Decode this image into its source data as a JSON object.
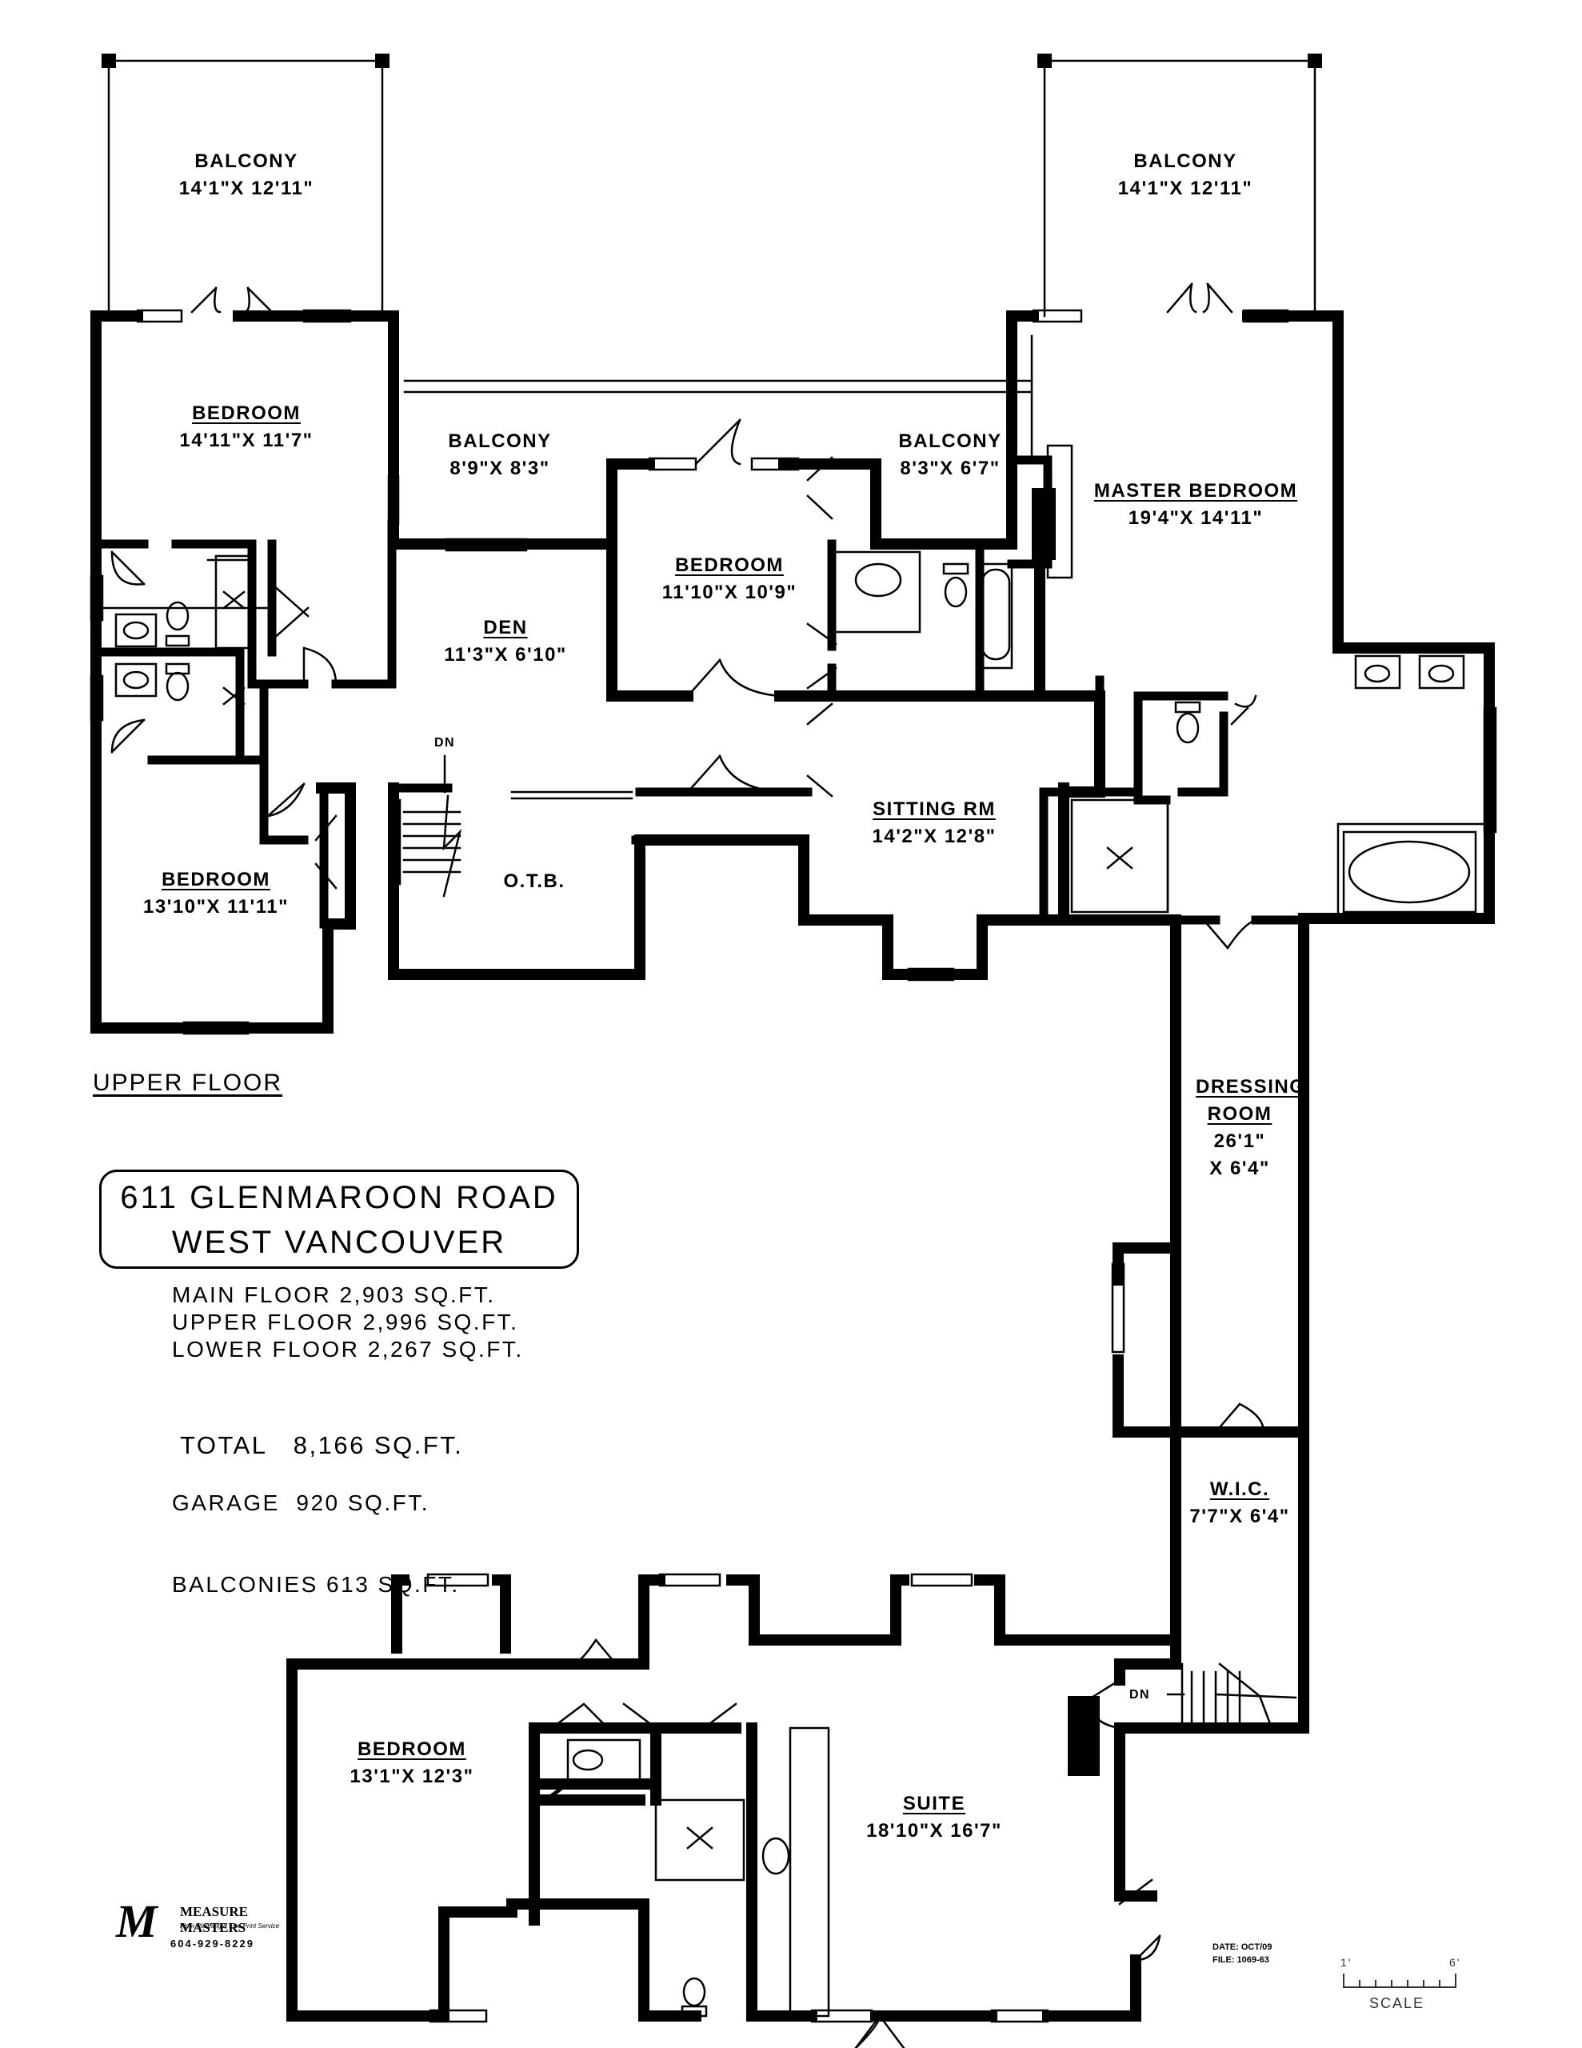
{
  "floor_name": "UPPER FLOOR",
  "address": {
    "line1": "611 GLENMAROON ROAD",
    "line2": "WEST VANCOUVER"
  },
  "areas": [
    {
      "label": "MAIN FLOOR 2,903 SQ.FT."
    },
    {
      "label": "UPPER FLOOR 2,996 SQ.FT."
    },
    {
      "label": "LOWER FLOOR 2,267 SQ.FT."
    }
  ],
  "total": "TOTAL   8,166 SQ.FT.",
  "extras": [
    {
      "label": "GARAGE  920 SQ.FT."
    },
    {
      "label": "BALCONIES 613 SQ.FT."
    }
  ],
  "rooms": [
    {
      "name": "BALCONY",
      "dims": "14'1\"X 12'11\"",
      "underline": false
    },
    {
      "name": "BALCONY",
      "dims": "14'1\"X 12'11\"",
      "underline": false
    },
    {
      "name": "BEDROOM",
      "dims": "14'11\"X 11'7\"",
      "underline": true
    },
    {
      "name": "BALCONY",
      "dims": "8'9\"X 8'3\"",
      "underline": false
    },
    {
      "name": "BALCONY",
      "dims": "8'3\"X 6'7\"",
      "underline": false
    },
    {
      "name": "BEDROOM",
      "dims": "11'10\"X 10'9\"",
      "underline": true
    },
    {
      "name": "MASTER BEDROOM",
      "dims": "19'4\"X 14'11\"",
      "underline": true
    },
    {
      "name": "DEN",
      "dims": "11'3\"X 6'10\"",
      "underline": true
    },
    {
      "name": "SITTING RM",
      "dims": "14'2\"X 12'8\"",
      "underline": true
    },
    {
      "name": "BEDROOM",
      "dims": "13'10\"X 11'11\"",
      "underline": true
    },
    {
      "name": "O.T.B.",
      "dims": "",
      "underline": false
    },
    {
      "name": "DRESSING ROOM",
      "dims": "26'1\" X 6'4\"",
      "underline": true
    },
    {
      "name": "W.I.C.",
      "dims": "7'7\"X 6'4\"",
      "underline": true
    },
    {
      "name": "BEDROOM",
      "dims": "13'1\"X 12'3\"",
      "underline": true
    },
    {
      "name": "SUITE",
      "dims": "18'10\"X 16'7\"",
      "underline": true
    }
  ],
  "stair_labels": [
    "DN",
    "DN"
  ],
  "logo": {
    "brand": "MEASURE MASTERS",
    "tagline": "Floor Planning & Line Print Service",
    "phone": "604-929-8229",
    "mark": "M"
  },
  "meta": {
    "date": "DATE: OCT/09",
    "file": "FILE: 1069-63"
  },
  "scale": {
    "start": "1'",
    "end": "6'",
    "label": "SCALE"
  }
}
